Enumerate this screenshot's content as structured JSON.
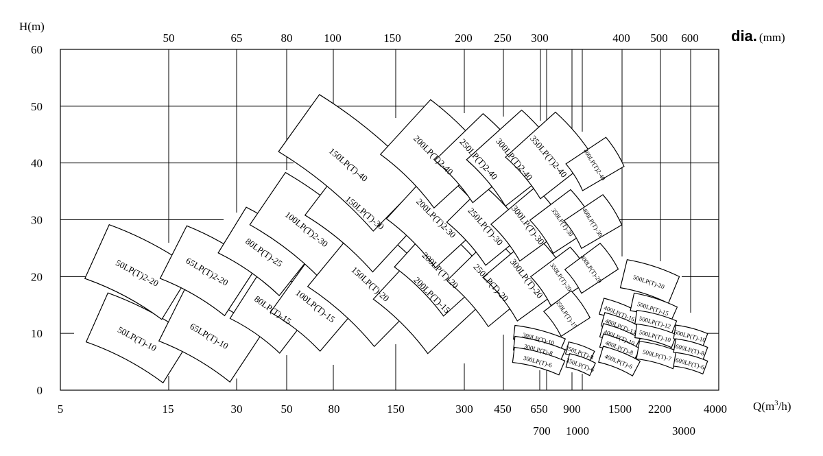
{
  "chart_data": {
    "type": "pump-performance-map",
    "y_axis": {
      "label": "H(m)",
      "min": 0,
      "max": 60,
      "ticks": [
        0,
        10,
        20,
        30,
        40,
        50,
        60
      ]
    },
    "x_axis": {
      "label_text": "Q(m",
      "label_sup": "3",
      "label_tail": "/h)",
      "scale": "log",
      "ticks": [
        "5",
        "15",
        "30",
        "50",
        "80",
        "150",
        "300",
        "450",
        "650",
        "900",
        "1500",
        "2200",
        "4000"
      ],
      "ticks_second_row": [
        "700",
        "1000",
        "3000"
      ]
    },
    "top_axis": {
      "label_bold": "dia.",
      "label_unit": "(mm)",
      "ticks": [
        "50",
        "65",
        "80",
        "100",
        "150",
        "200",
        "250",
        "300",
        "400",
        "500",
        "600"
      ]
    },
    "grid": "partial",
    "zones": [
      {
        "name": "50LP(T)-10"
      },
      {
        "name": "50LP(T)2-20"
      },
      {
        "name": "65LP(T)-10"
      },
      {
        "name": "65LP(T)2-20"
      },
      {
        "name": "80LP(T)-15"
      },
      {
        "name": "80LP(T)-25"
      },
      {
        "name": "100LP(T)-15"
      },
      {
        "name": "100LP(T)2-30"
      },
      {
        "name": "150LP(T)-20"
      },
      {
        "name": "150LP(T)-30"
      },
      {
        "name": "150LP(T)-40"
      },
      {
        "name": "200LP(T)-15"
      },
      {
        "name": "200LP(T)-20"
      },
      {
        "name": "200LP(T)2-30"
      },
      {
        "name": "200LP(T)2-40"
      },
      {
        "name": "250LP(T)-20"
      },
      {
        "name": "250LP(T)-30"
      },
      {
        "name": "250LP(T)2-40"
      },
      {
        "name": "300LP(T)-20"
      },
      {
        "name": "300LP(T)-30"
      },
      {
        "name": "300LP(T)2-40"
      },
      {
        "name": "300LP(T)-10"
      },
      {
        "name": "300LP(T)-8"
      },
      {
        "name": "300LP(T)-6"
      },
      {
        "name": "350LP(T)2-40"
      },
      {
        "name": "350LP(T)-30"
      },
      {
        "name": "350LP(T)-20"
      },
      {
        "name": "350LP(T)-15"
      },
      {
        "name": "350LP(T)-8"
      },
      {
        "name": "350LP(T)-6"
      },
      {
        "name": "400LP(T)2-40"
      },
      {
        "name": "400LP(T)-30"
      },
      {
        "name": "400LP(T)-20"
      },
      {
        "name": "400LP(T)-16"
      },
      {
        "name": "400LP(T)-13"
      },
      {
        "name": "400LP(T)-10"
      },
      {
        "name": "400LP(T)-8"
      },
      {
        "name": "400LP(T)-6"
      },
      {
        "name": "500LP(T)-20"
      },
      {
        "name": "500LP(T)-15"
      },
      {
        "name": "500LP(T)-12"
      },
      {
        "name": "500LP(T)-10"
      },
      {
        "name": "500LP(T)-7"
      },
      {
        "name": "600LP(T)-10"
      },
      {
        "name": "600LP(T)-8"
      },
      {
        "name": "600LP(T)-6"
      }
    ]
  }
}
